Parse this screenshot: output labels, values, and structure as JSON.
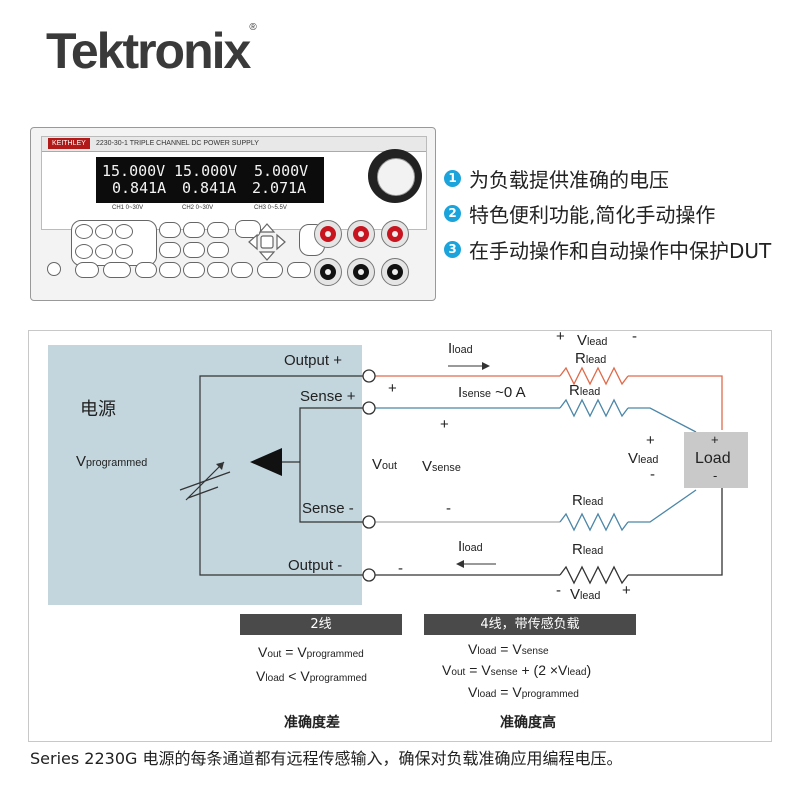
{
  "logo": {
    "text": "Tektronix",
    "reg": "®"
  },
  "instrument": {
    "brand": "KEITHLEY",
    "model": "2230-30-1 TRIPLE CHANNEL DC POWER SUPPLY",
    "readouts": [
      {
        "voltage": "15.000V",
        "current": "0.841A",
        "label": "CH1 0~30V"
      },
      {
        "voltage": "15.000V",
        "current": "0.841A",
        "label": "CH2 0~30V"
      },
      {
        "voltage": "5.000V",
        "current": "2.071A",
        "label": "CH3 0~5.5V"
      }
    ],
    "terminal_colors": {
      "positive": "#c8141e",
      "negative": "#111111"
    }
  },
  "features": [
    {
      "num": "1",
      "text": "为负载提供准确的电压"
    },
    {
      "num": "2",
      "text": "特色便利功能,简化手动操作"
    },
    {
      "num": "3",
      "text": "在手动操作和自动操作中保护DUT"
    }
  ],
  "diagram": {
    "psu_title": "电源",
    "v_prog": {
      "main": "V",
      "sub": "programmed"
    },
    "output_plus": "Output +",
    "sense_plus": "Sense +",
    "sense_minus": "Sense -",
    "output_minus": "Output -",
    "i_load": {
      "main": "I",
      "sub": "load"
    },
    "i_sense": {
      "main": "I",
      "sub": "sense",
      "suffix": " ~0 A"
    },
    "r_lead": {
      "main": "R",
      "sub": "lead"
    },
    "v_lead": {
      "main": "V",
      "sub": "lead"
    },
    "v_out": {
      "main": "V",
      "sub": "out"
    },
    "v_sense": {
      "main": "V",
      "sub": "sense"
    },
    "load": "Load",
    "plus": "+",
    "minus": "-",
    "colors": {
      "output_line": "#e06a4a",
      "sense_line": "#4b86a8",
      "psu_fill": "#c3d6de"
    }
  },
  "tables": [
    {
      "header": "2线",
      "lines": [
        [
          "V",
          "out",
          " = V",
          "programmed"
        ],
        [
          "V",
          "load",
          " < V",
          "programmed"
        ]
      ],
      "caption": "准确度差"
    },
    {
      "header": "4线，带传感负载",
      "caption": "准确度高"
    }
  ],
  "footer": "Series 2230G 电源的每条通道都有远程传感输入，确保对负载准确应用编程电压。"
}
